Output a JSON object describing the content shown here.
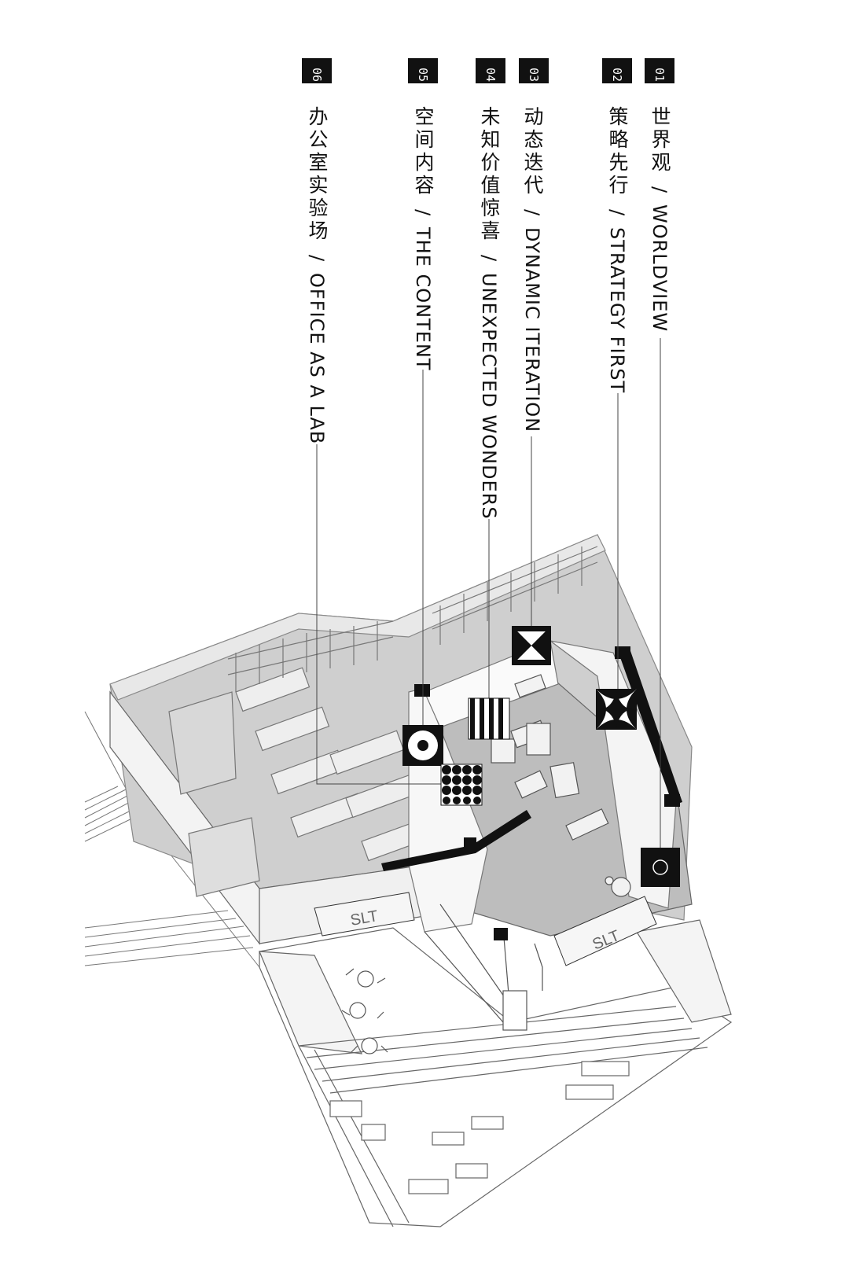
{
  "items": [
    {
      "num": "01",
      "cn": "世界观",
      "slash": "/",
      "en": "WORLDVIEW"
    },
    {
      "num": "02",
      "cn": "策略先行",
      "slash": "/",
      "en": "STRATEGY FIRST"
    },
    {
      "num": "03",
      "cn": "动态迭代",
      "slash": "/",
      "en": "DYNAMIC ITERATION"
    },
    {
      "num": "04",
      "cn": "未知价值惊喜",
      "slash": "/",
      "en": "UNEXPECTED WONDERS"
    },
    {
      "num": "05",
      "cn": "空间内容",
      "slash": "/",
      "en": "THE CONTENT"
    },
    {
      "num": "06",
      "cn": "办公室实验场",
      "slash": "/",
      "en": "OFFICE AS A LAB"
    }
  ],
  "signage": {
    "left_sign": "SLT",
    "right_sign": "SLT"
  },
  "colors": {
    "ink": "#111111",
    "floor_gray": "#c9c9c9",
    "wall_gray": "#e4e4e4",
    "line": "#555555"
  }
}
